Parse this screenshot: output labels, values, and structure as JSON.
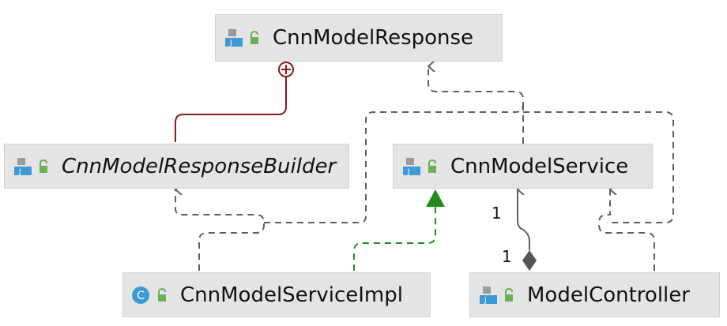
{
  "diagram": {
    "nodes": {
      "response": {
        "label": "CnnModelResponse",
        "icon": "java-file-icon"
      },
      "builder": {
        "label": "CnnModelResponseBuilder",
        "icon": "java-file-icon"
      },
      "service": {
        "label": "CnnModelService",
        "icon": "java-file-icon"
      },
      "impl": {
        "label": "CnnModelServiceImpl",
        "icon": "class-c-icon",
        "icon_letter": "C"
      },
      "controller": {
        "label": "ModelController",
        "icon": "java-file-icon"
      }
    },
    "multiplicities": {
      "service_end": "1",
      "controller_end": "1"
    },
    "colors": {
      "dependency": "#5f5f5f",
      "nested": "#8b1a1a",
      "implements": "#1e8c1e",
      "node_bg": "#e4e4e4",
      "icon_blue": "#3d9ad6",
      "icon_lock": "#6cae5a"
    }
  }
}
